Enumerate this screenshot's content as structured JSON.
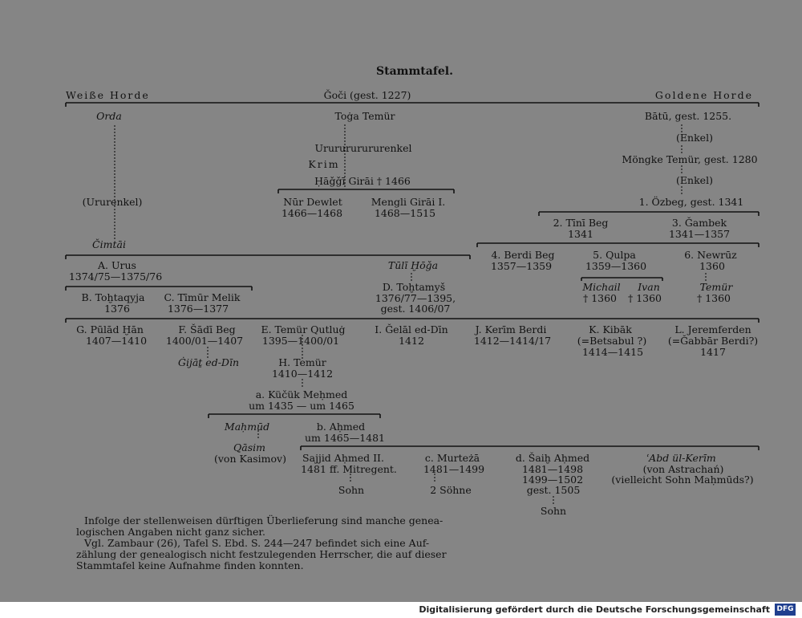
{
  "title": "Stammtafel.",
  "top": {
    "left": "Weiße Horde",
    "center": "Ǧoči (gest. 1227)",
    "right": "Goldene Horde"
  },
  "n": {
    "orda": "Orda",
    "toga": "Toġa Temür",
    "batu": "Bātū, gest. 1255.",
    "enkel1": "(Enkel)",
    "ururenkel_long": "Ururururururenkel",
    "krim": "Krim",
    "moengke": "Möngke Temür, gest. 1280",
    "haggi": "Ḥāǧǧī Girāi † 1466",
    "enkel2": "(Enkel)",
    "ururenkel": "(Ururenkel)",
    "nur1": "Nūr Dewlet",
    "nur2": "1466—1468",
    "mengli1": "Mengli Girāi I.",
    "mengli2": "1468—1515",
    "ozbeg": "1. Özbeg, gest. 1341",
    "tini1": "2. Tīnī Beg",
    "tini2": "1341",
    "gambek1": "3. Ǧambek",
    "gambek2": "1341—1357",
    "cimtai": "Čimtāi",
    "berdi1": "4. Berdi Beg",
    "berdi2": "1357—1359",
    "qulpa1": "5. Qulpa",
    "qulpa2": "1359—1360",
    "newruz1": "6. Newrūz",
    "newruz2": "1360",
    "urus1": "A. Urus",
    "urus2": "1374/75—1375/76",
    "tuli": "Tūlī Ḫōǧa",
    "michail": "Michail",
    "ivan": "Ivan",
    "temur_ital": "Temür",
    "michail_d": "† 1360",
    "ivan_d": "† 1360",
    "temur_d": "† 1360",
    "tohtaqyja1": "B. Toḫtaqyja",
    "tohtaqyja2": "1376",
    "timur_melik1": "C. Tīmūr Melik",
    "timur_melik2": "1376—1377",
    "tohtamys1": "D. Toḫtamyš",
    "tohtamys2": "1376/77—1395,",
    "tohtamys3": "gest. 1406/07",
    "pulad1": "G. Pūlād Ḫān",
    "pulad2": "1407—1410",
    "sadi1": "F. Šādī Beg",
    "sadi2": "1400/01—1407",
    "qutlug1": "E. Temür Qutluġ",
    "qutlug2": "1395—1400/01",
    "gelal1": "I. Ǧelāl ed-Dīn",
    "gelal2": "1412",
    "kerim1": "J. Kerīm Berdi",
    "kerim2": "1412—1414/17",
    "kibak1": "K. Kibāk",
    "kibak2": "(=Betsabul ?)",
    "kibak3": "1414—1415",
    "jerem1": "L. Jeremferden",
    "jerem2": "(=Ǧabbār Berdi?)",
    "jerem3": "1417",
    "gijas": "Ġijāṯ ed-Dīn",
    "htemur1": "H. Temür",
    "htemur2": "1410—1412",
    "kucuk1": "a. Küčük Meḥmed",
    "kucuk2": "um 1435 — um 1465",
    "mahmud": "Maḥmūd",
    "ahmed1": "b. Aḥmed",
    "ahmed2": "um 1465—1481",
    "qasim": "Qāsim",
    "kasimov": "(von Kasimov)",
    "sajjid1": "Sajjid Aḥmed II.",
    "sajjid2": "1481 ff. Mitregent.",
    "murteza1": "c. Murteżā",
    "murteza2": "1481—1499",
    "saih1": "d. Šaiḫ Aḥmed",
    "saih2": "1481—1498",
    "saih3": "1499—1502",
    "saih4": "gest. 1505",
    "abd1": "ʿAbd ül-Kerīm",
    "abd2": "(von Astrachań)",
    "abd3": "(vielleicht Sohn Maḥmūds?)",
    "sohn1": "Sohn",
    "sohne": "2 Söhne",
    "sohn2": "Sohn"
  },
  "notes": {
    "line1": "Infolge der stellenweisen dürftigen Überlieferung sind manche genea-",
    "line2": "logischen Angaben nicht ganz sicher.",
    "line3": "Vgl. Zambaur (26), Tafel S. Ebd. S. 244—247 befindet sich eine Auf-",
    "line4": "zählung der genealogisch nicht festzulegenden Herrscher, die auf dieser",
    "line5": "Stammtafel keine Aufnahme finden konnten."
  },
  "footer": {
    "text": "Digitalisierung gefördert durch die Deutsche Forschungsgemeinschaft",
    "logo": "DFG"
  }
}
